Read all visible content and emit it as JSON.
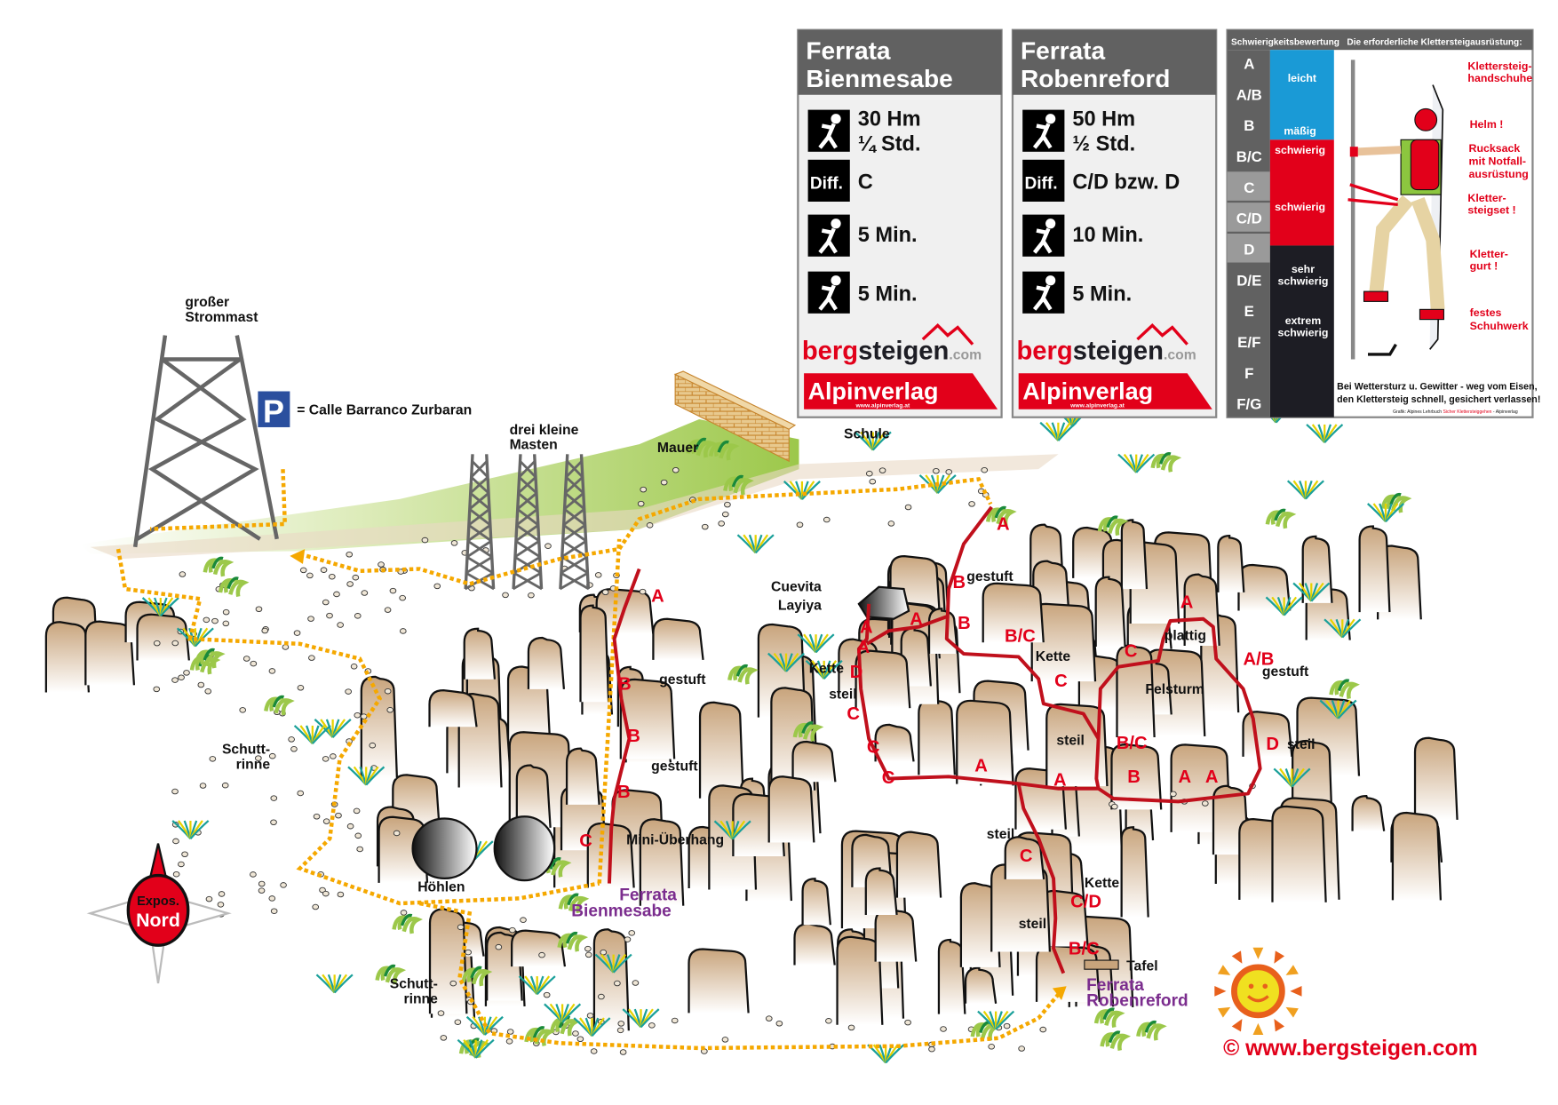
{
  "colors": {
    "route": "#c0101c",
    "grade": "#e2001a",
    "path": "#f5a800",
    "ferrata": "#7b2d8e",
    "card_header": "#616161",
    "parking": "#2b4f9e",
    "leicht": "#1a9ad6",
    "schwierig": "#e2001a",
    "sehr_schwierig": "#1d1d24"
  },
  "cards": [
    {
      "title_1": "Ferrata",
      "title_2": "Bienmesabe",
      "height": "30 Hm",
      "duration": "¼ Std.",
      "diff_icon": "Diff.",
      "difficulty": "C",
      "approach": "5 Min.",
      "descent": "5 Min.",
      "logo_1": "bergsteigen.com",
      "logo_2": "Alpinverlag",
      "logo_2_url": "www.alpinverlag.at"
    },
    {
      "title_1": "Ferrata",
      "title_2": "Robenreford",
      "height": "50 Hm",
      "duration": "½ Std.",
      "diff_icon": "Diff.",
      "difficulty": "C/D bzw. D",
      "approach": "10 Min.",
      "descent": "5 Min.",
      "logo_1": "bergsteigen.com",
      "logo_2": "Alpinverlag",
      "logo_2_url": "www.alpinverlag.at"
    }
  ],
  "scale_panel": {
    "header_left": "Schwierigkeitsbewertung",
    "header_right": "Die erforderliche Klettersteigausrüstung:",
    "grades": [
      "A",
      "A/B",
      "B",
      "B/C",
      "C",
      "C/D",
      "D",
      "D/E",
      "E",
      "E/F",
      "F",
      "F/G"
    ],
    "bands": {
      "leicht": "leicht",
      "maessig": "mäßig",
      "schwierig_1": "schwierig",
      "schwierig_2": "schwierig",
      "sehr_1": "sehr",
      "sehr_2": "schwierig",
      "extrem_1": "extrem",
      "extrem_2": "schwierig"
    },
    "equipment": [
      {
        "l1": "Klettersteig-",
        "l2": "handschuhe"
      },
      {
        "l1": "Helm !",
        "l2": ""
      },
      {
        "l1": "Rucksack",
        "l2": "mit Notfall-",
        "l3": "ausrüstung"
      },
      {
        "l1": "Kletter-",
        "l2": "steigset !"
      },
      {
        "l1": "Kletter-",
        "l2": "gurt !"
      },
      {
        "l1": "festes",
        "l2": "Schuhwerk"
      }
    ],
    "note_1": "Bei Wettersturz u. Gewitter - weg vom Eisen,",
    "note_2": "den Klettersteig schnell, gesichert verlassen!",
    "credit_1": "Grafik: Alpines Lehrbuch ",
    "credit_2": "Sicher Klettersteiggehen",
    "credit_3": " - Alpinverlag"
  },
  "map": {
    "strommast_1": "großer",
    "strommast_2": "Strommast",
    "parking_icon": "P",
    "parking_label": "= Calle Barranco Zurbaran",
    "masten_1": "drei kleine",
    "masten_2": "Masten",
    "mauer": "Mauer",
    "schule": "Schule",
    "cuevita_1": "Cuevita",
    "cuevita_2": "Layiya",
    "schuttrinne_1": "Schutt-",
    "schuttrinne_2": "rinne",
    "hoehlen": "Höhlen",
    "mini_ueberhang": "Mini-Überhang",
    "gestuft": "gestuft",
    "kette": "Kette",
    "steil": "steil",
    "plattig": "plattig",
    "felsturm": "Felsturm",
    "tafel": "Tafel",
    "ferrata_1_l1": "Ferrata",
    "ferrata_1_l2": "Bienmesabe",
    "ferrata_2_l1": "Ferrata",
    "ferrata_2_l2": "Robenreford",
    "compass_1": "Expos.",
    "compass_2": "Nord",
    "copyright": "©  www.bergsteigen.com",
    "grade_labels": {
      "b1": "A",
      "b2": "B",
      "b3": "B",
      "b4": "B",
      "b5": "C",
      "r1": "A",
      "r2": "B",
      "r3": "B",
      "r4": "A",
      "r5": "A",
      "r6": "A",
      "r7": "D",
      "r8": "C",
      "r9": "C",
      "r10": "C",
      "r11": "B/C",
      "r12": "C",
      "r13": "A",
      "r14": "A",
      "r15": "C",
      "r16": "A",
      "r17": "A/B",
      "r18": "B/C",
      "r19": "B",
      "r20": "A",
      "r21": "A",
      "r22": "D",
      "r23": "C",
      "r24": "C/D",
      "r25": "B/C"
    }
  }
}
